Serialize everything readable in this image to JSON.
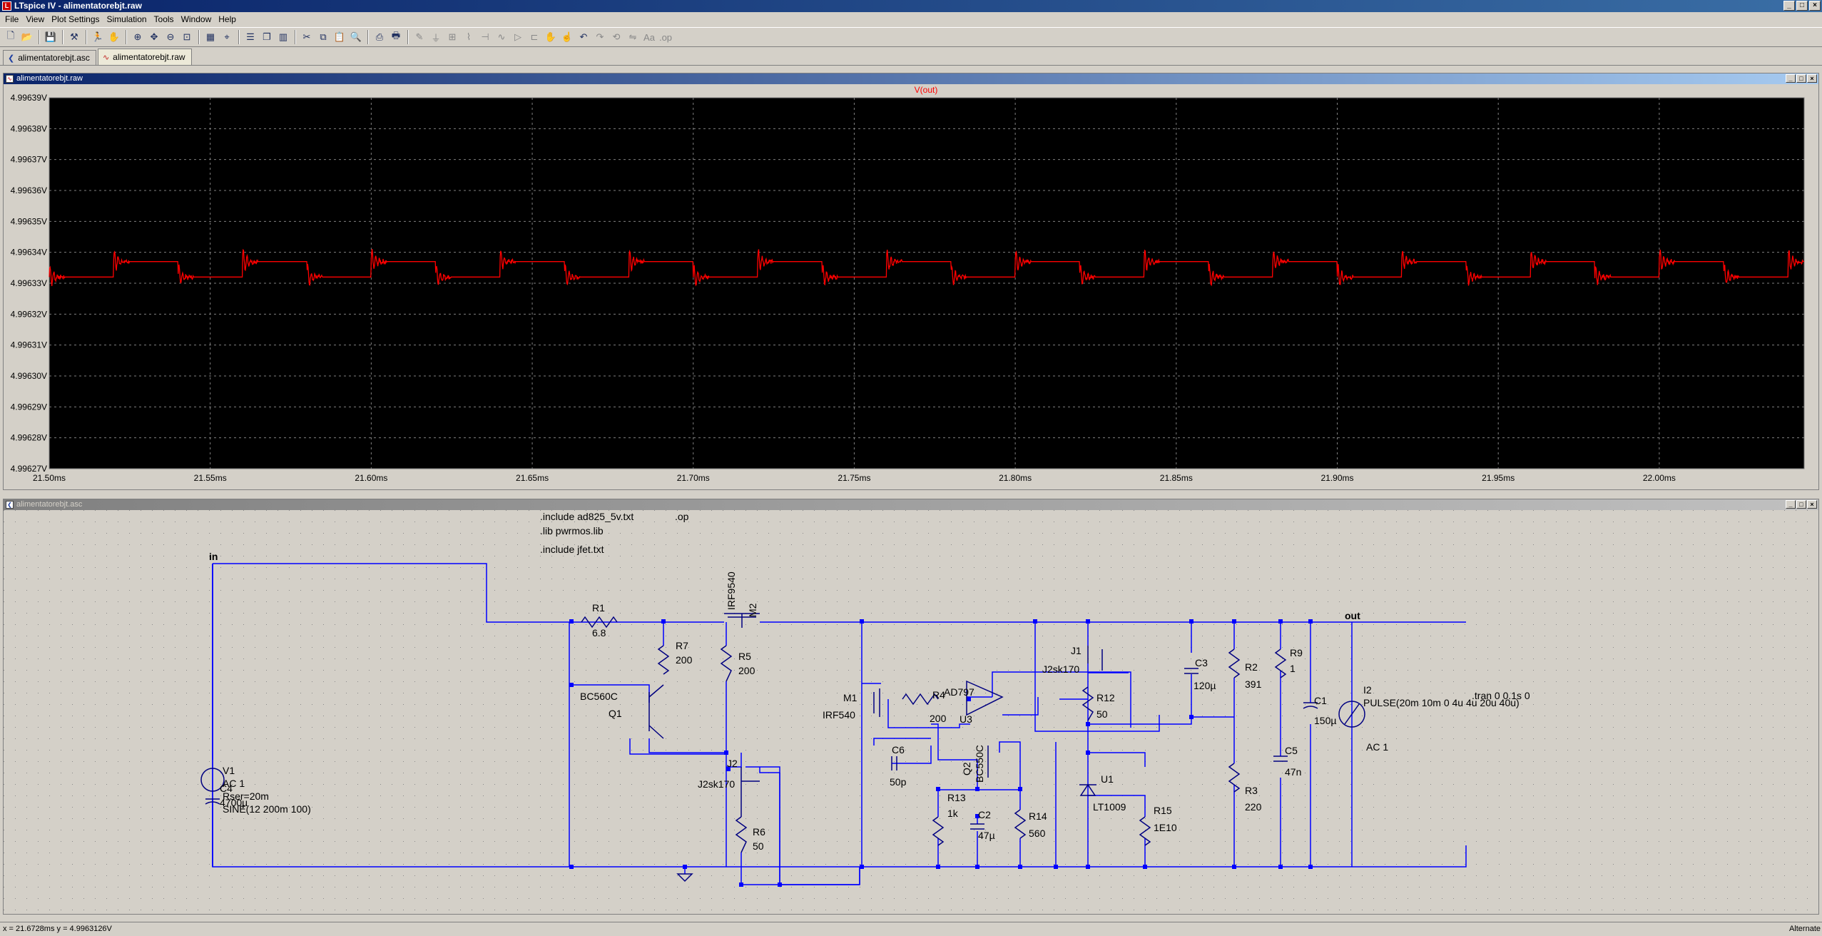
{
  "window": {
    "title": "LTspice IV - alimentatorebjt.raw"
  },
  "menu": [
    "File",
    "View",
    "Plot Settings",
    "Simulation",
    "Tools",
    "Window",
    "Help"
  ],
  "tabs": [
    {
      "label": "alimentatorebjt.asc",
      "active": false
    },
    {
      "label": "alimentatorebjt.raw",
      "active": true
    }
  ],
  "plot_window": {
    "title": "alimentatorebjt.raw"
  },
  "schematic_window": {
    "title": "alimentatorebjt.asc"
  },
  "chart_data": {
    "type": "line",
    "series_label": "V(out)",
    "series": [
      {
        "name": "V(out)",
        "color": "#ff0000"
      }
    ],
    "xlim": [
      21.5,
      22.045
    ],
    "ylim": [
      4.99627,
      4.99639
    ],
    "y_ticks": [
      "4.99639V",
      "4.99638V",
      "4.99637V",
      "4.99636V",
      "4.99635V",
      "4.99634V",
      "4.99633V",
      "4.99632V",
      "4.99631V",
      "4.99630V",
      "4.99629V",
      "4.99628V",
      "4.99627V"
    ],
    "x_ticks": [
      "21.50ms",
      "21.55ms",
      "21.60ms",
      "21.65ms",
      "21.70ms",
      "21.75ms",
      "21.80ms",
      "21.85ms",
      "21.90ms",
      "21.95ms",
      "22.00ms"
    ],
    "x_tick_values": [
      21.5,
      21.55,
      21.6,
      21.65,
      21.7,
      21.75,
      21.8,
      21.85,
      21.9,
      21.95,
      22.0
    ],
    "period_ms": 0.04,
    "low_level": 4.996332,
    "high_level": 4.996337,
    "grid": true,
    "background": "#000000",
    "trace_color": "#ff0000",
    "grid_color": "#808080",
    "axis_text_color": "#000000"
  },
  "schematic": {
    "directives": [
      ".include ad825_5v.txt",
      ".lib pwrmos.lib",
      ".include jfet.txt",
      ".op",
      ".tran 0 0.1s 0"
    ],
    "nets": {
      "in": "in",
      "out": "out"
    },
    "components": {
      "V1": [
        "V1",
        "AC 1",
        "Rser=20m",
        "SINE(12 200m 100)"
      ],
      "R1": [
        "R1",
        "6.8"
      ],
      "R7": [
        "R7",
        "200"
      ],
      "R5": [
        "R5",
        "200"
      ],
      "M2": [
        "IRF9540",
        "M2"
      ],
      "Q1": [
        "BC560C",
        "Q1"
      ],
      "C4": [
        "C4",
        "4700µ"
      ],
      "J2": [
        "J2",
        "J2sk170"
      ],
      "R6": [
        "R6",
        "50"
      ],
      "M1": [
        "M1",
        "IRF540"
      ],
      "R4": [
        "R4",
        "200"
      ],
      "U3": [
        "AD797",
        "U3"
      ],
      "C6": [
        "C6",
        "50p"
      ],
      "Q2": [
        "Q2",
        "BC550C"
      ],
      "R13": [
        "R13",
        "1k"
      ],
      "C2": [
        "C2",
        "47µ"
      ],
      "R14": [
        "R14",
        "560"
      ],
      "J1": [
        "J1",
        "J2sk170"
      ],
      "R12": [
        "R12",
        "50"
      ],
      "U1": [
        "U1",
        "LT1009"
      ],
      "R15": [
        "R15",
        "1E10"
      ],
      "C3": [
        "C3",
        "120µ"
      ],
      "R2": [
        "R2",
        "391"
      ],
      "R3": [
        "R3",
        "220"
      ],
      "R9": [
        "R9",
        "1"
      ],
      "C5": [
        "C5",
        "47n"
      ],
      "C1": [
        "C1",
        "150µ"
      ],
      "I2": [
        "I2",
        "PULSE(20m 10m 0 4u 4u 20u 40u)",
        "AC 1"
      ]
    }
  },
  "status": {
    "coords": "x = 21.6728ms   y = 4.9963126V",
    "right": "Alternate"
  },
  "colors": {
    "wire": "#0000ff",
    "trace": "#ff0000",
    "titlebar": "#0a246a"
  }
}
